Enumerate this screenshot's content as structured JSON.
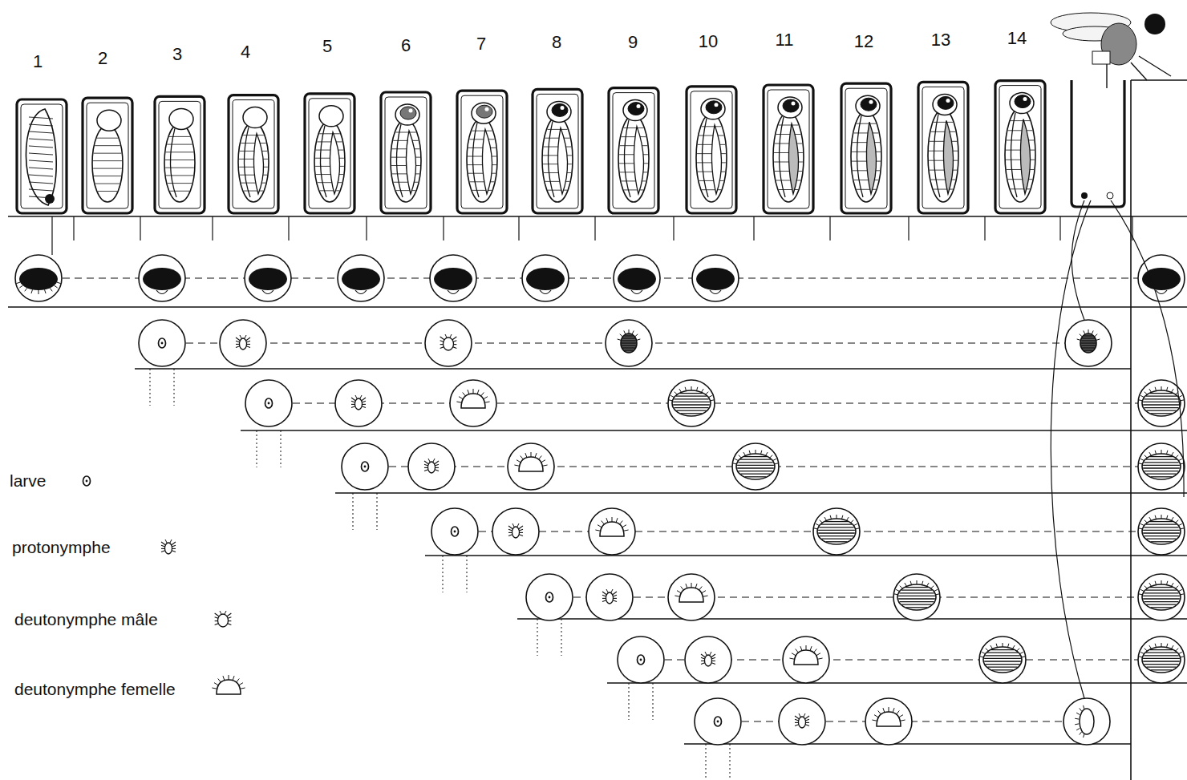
{
  "diagram": {
    "labels": [
      "1",
      "2",
      "3",
      "4",
      "5",
      "6",
      "7",
      "8",
      "9",
      "10",
      "11",
      "12",
      "13",
      "14"
    ],
    "legend": [
      {
        "text": "larve"
      },
      {
        "text": "protonymphe"
      },
      {
        "text": "deutonymphe mâle"
      },
      {
        "text": "deutonymphe femelle"
      }
    ]
  }
}
